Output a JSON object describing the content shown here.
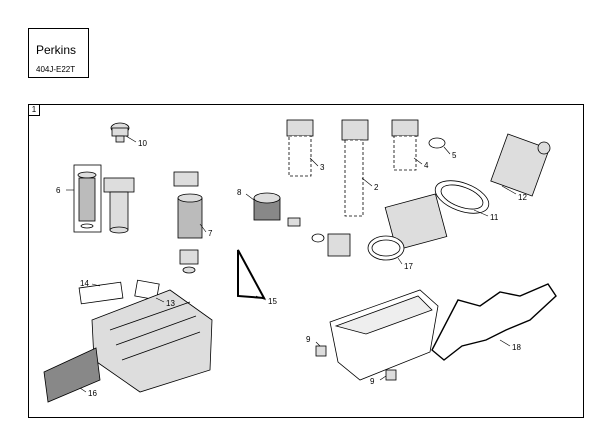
{
  "header": {
    "brand": "Perkins",
    "model": "404J-E22T"
  },
  "sheet": {
    "tab_label": "1"
  },
  "callouts": [
    "10",
    "3",
    "2",
    "4",
    "5",
    "12",
    "6",
    "7",
    "8",
    "11",
    "17",
    "14",
    "13",
    "15",
    "9",
    "18",
    "16",
    "9"
  ],
  "colors": {
    "line": "#000000",
    "part": "#dddddd",
    "part_dark": "#888888"
  }
}
